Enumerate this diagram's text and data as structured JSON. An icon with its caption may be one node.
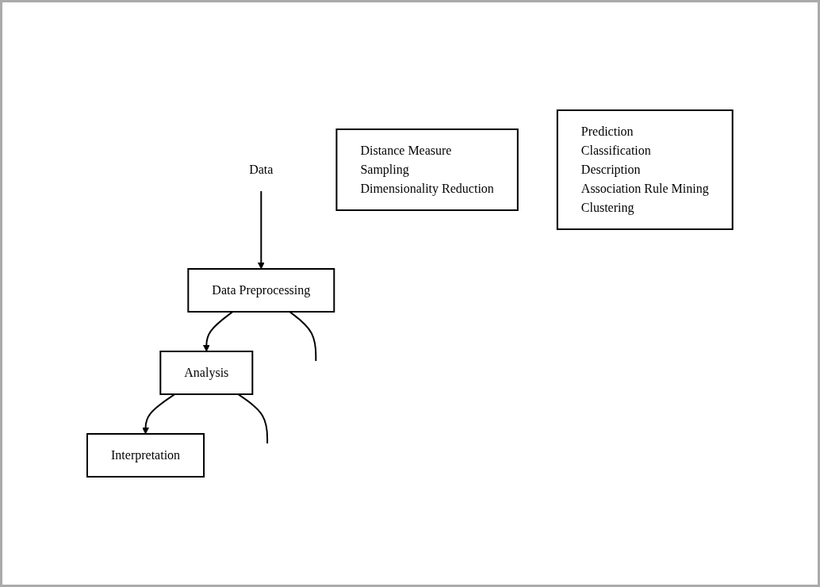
{
  "diagram": {
    "nodes": [
      {
        "text": [
          "Data"
        ]
      },
      {
        "text": [
          "Data Preprocessing"
        ]
      },
      {
        "text": [
          "Distance Measure",
          "Sampling",
          "Dimensionality Reduction"
        ]
      },
      {
        "text": [
          "Analysis"
        ]
      },
      {
        "text": [
          "Prediction",
          "Classification",
          "Description",
          "Association Rule Mining",
          "Clustering"
        ]
      },
      {
        "text": [
          "Interpretation"
        ]
      }
    ],
    "edges": [
      {
        "from": 0,
        "to": 1,
        "arrow": "to"
      },
      {
        "from": 1,
        "to": 3,
        "arrow": "to"
      },
      {
        "from": 3,
        "to": 5,
        "arrow": "to"
      },
      {
        "from": 1,
        "to": null,
        "arrow": "none"
      },
      {
        "from": 3,
        "to": null,
        "arrow": "none"
      }
    ]
  }
}
